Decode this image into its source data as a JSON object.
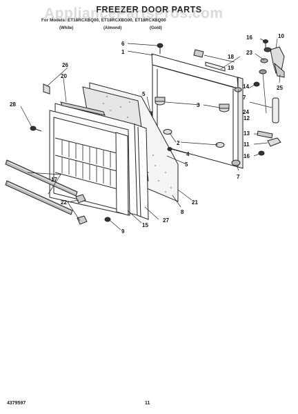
{
  "header": {
    "title": "FREEZER DOOR PARTS",
    "models": "For Models: ET18RCXBQ00, ET18RCXBG00, ET18RCXBQ00",
    "colors": [
      "(White)",
      "(Almond)",
      "(Gold)"
    ]
  },
  "watermark": "AppliancePartsPros.com",
  "footer": {
    "doc_number": "4379597",
    "page_number": "11"
  },
  "callouts": [
    "1",
    "2",
    "3",
    "4",
    "5",
    "6",
    "7",
    "8",
    "9",
    "10",
    "11",
    "12",
    "13",
    "14",
    "15",
    "16",
    "17",
    "18",
    "19",
    "20",
    "21",
    "22",
    "23",
    "24",
    "25",
    "26",
    "27",
    "28"
  ]
}
